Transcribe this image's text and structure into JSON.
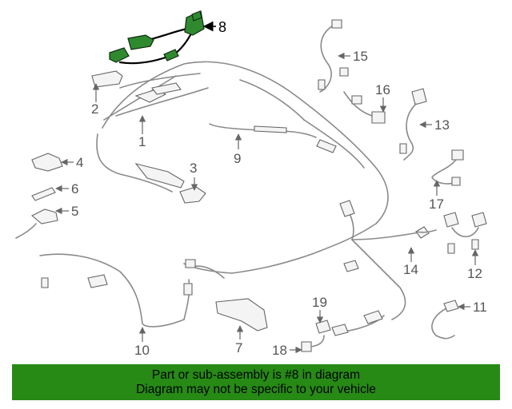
{
  "callouts": {
    "c1": "1",
    "c2": "2",
    "c3": "3",
    "c4": "4",
    "c5": "5",
    "c6": "6",
    "c7": "7",
    "c8": "8",
    "c9": "9",
    "c10": "10",
    "c11": "11",
    "c12": "12",
    "c13": "13",
    "c14": "14",
    "c15": "15",
    "c16": "16",
    "c17": "17",
    "c18": "18",
    "c19": "19"
  },
  "highlighted_part": "8",
  "colors": {
    "highlight_part": "#2f8a2f",
    "banner_bg": "#268a15",
    "line": "#8a8a8a"
  },
  "banner": {
    "line1": "Part or sub-assembly is #8 in diagram",
    "line2": "Diagram may not be specific to your vehicle"
  }
}
